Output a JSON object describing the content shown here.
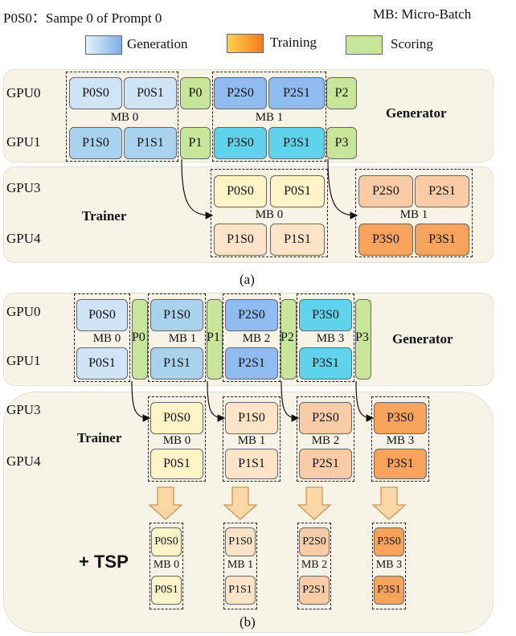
{
  "header": {
    "note": "P0S0：Sampe 0 of Prompt 0",
    "mb_note": "MB: Micro-Batch"
  },
  "legend": [
    {
      "label": "Generation",
      "color": "#a9cdf0"
    },
    {
      "label": "Training",
      "color": "#f9a23a"
    },
    {
      "label": "Scoring",
      "color": "#c8e69a"
    }
  ],
  "colors": {
    "gen_light": "#cfe4f7",
    "gen_mid": "#a8d2ee",
    "gen_blue": "#8ebcf0",
    "gen_cyan": "#5fd3ec",
    "score": "#c8e69a",
    "train_0": "#fff3c8",
    "train_1": "#fde3c8",
    "train_2": "#f9cba6",
    "train_3": "#f7a35c",
    "panel": "#f7f3e7"
  },
  "panel_a": {
    "gpus": [
      "GPU0",
      "GPU1",
      "GPU3",
      "GPU4"
    ],
    "generator_label": "Generator",
    "trainer_label": "Trainer",
    "gen_row0": [
      "P0S0",
      "P0S1",
      "P0",
      "P2S0",
      "P2S1",
      "P2"
    ],
    "gen_row1": [
      "P1S0",
      "P1S1",
      "P1",
      "P3S0",
      "P3S1",
      "P3"
    ],
    "gen_mb": [
      "MB 0",
      "MB 1"
    ],
    "train_row0": [
      "P0S0",
      "P0S1",
      "P2S0",
      "P2S1"
    ],
    "train_row1": [
      "P1S0",
      "P1S1",
      "P3S0",
      "P3S1"
    ],
    "train_mb": [
      "MB 0",
      "MB 1"
    ],
    "caption": "(a)"
  },
  "panel_b": {
    "gpus": [
      "GPU0",
      "GPU1",
      "GPU3",
      "GPU4"
    ],
    "generator_label": "Generator",
    "trainer_label": "Trainer",
    "gen_row0": [
      "P0S0",
      "P1S0",
      "P2S0",
      "P3S0"
    ],
    "gen_row1": [
      "P0S1",
      "P1S1",
      "P2S1",
      "P3S1"
    ],
    "gen_mb": [
      "MB 0",
      "MB 1",
      "MB 2",
      "MB 3"
    ],
    "score": [
      "P0",
      "P1",
      "P2",
      "P3"
    ],
    "train_row0": [
      "P0S0",
      "P1S0",
      "P2S0",
      "P3S0"
    ],
    "train_row1": [
      "P0S1",
      "P1S1",
      "P2S1",
      "P3S1"
    ],
    "train_mb": [
      "MB 0",
      "MB 1",
      "MB 2",
      "MB 3"
    ],
    "tsp_label": "+ TSP",
    "tsp_row0": [
      "P0S0",
      "P1S0",
      "P2S0",
      "P3S0"
    ],
    "tsp_row1": [
      "P0S1",
      "P1S1",
      "P2S1",
      "P3S1"
    ],
    "tsp_mb": [
      "MB 0",
      "MB 1",
      "MB 2",
      "MB 3"
    ],
    "caption": "(b)"
  }
}
